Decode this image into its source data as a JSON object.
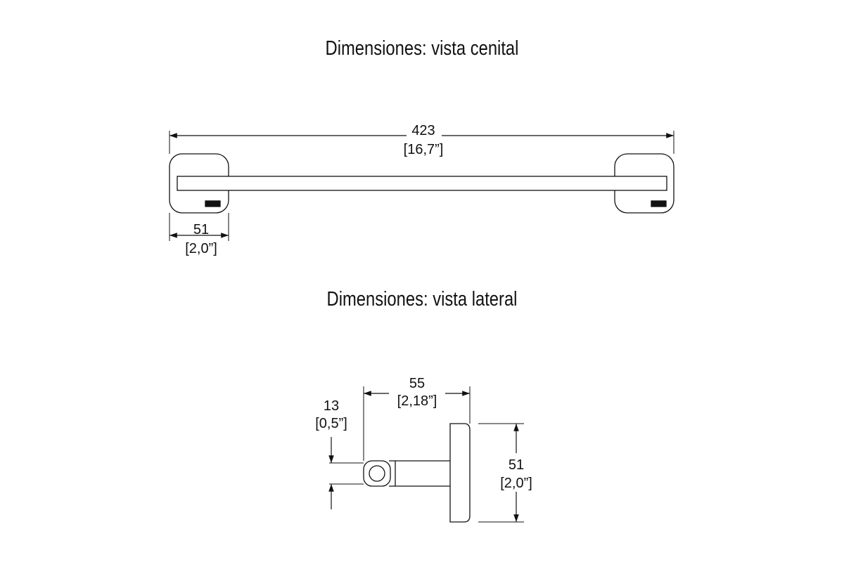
{
  "titles": {
    "top_view": "Dimensiones: vista cenital",
    "side_view": "Dimensiones: vista lateral"
  },
  "top_view": {
    "overall_length": {
      "mm": "423",
      "in": "[16,7”]"
    },
    "mount_width": {
      "mm": "51",
      "in": "[2,0”]"
    }
  },
  "side_view": {
    "projection": {
      "mm": "55",
      "in": "[2,18”]"
    },
    "bar_diameter": {
      "mm": "13",
      "in": "[0,5”]"
    },
    "mount_height": {
      "mm": "51",
      "in": "[2,0”]"
    }
  }
}
